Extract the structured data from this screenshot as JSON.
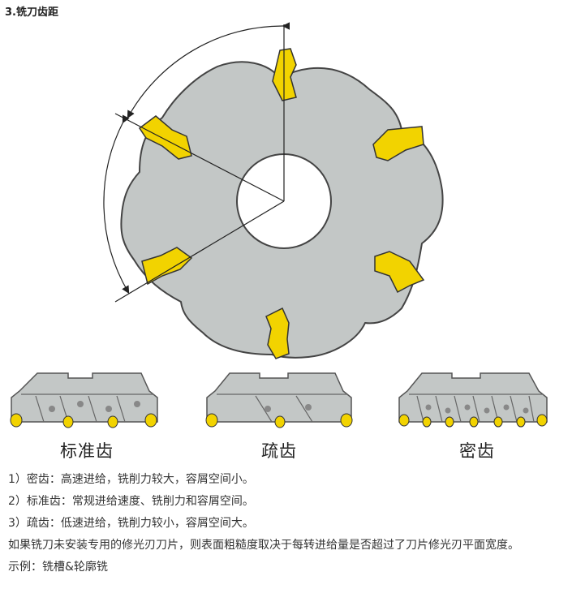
{
  "heading": "3.铣刀齿距",
  "captions": {
    "standard": "标准齿",
    "coarse": "疏齿",
    "fine": "密齿"
  },
  "items": [
    "1）密齿：高速进给，铣削力较大，容屑空间小。",
    "2）标准齿：常规进给速度、铣削力和容屑空间。",
    "3）疏齿：低速进给，铣削力较小，容屑空间大。",
    "如果铣刀未安装专用的修光刃刀片，则表面粗糙度取决于每转进给量是否超过了刀片修光刃平面宽度。",
    "示例：铣槽&轮廓铣"
  ],
  "colors": {
    "body": "#c3c7c6",
    "insert": "#f2d300",
    "outline": "#444444"
  }
}
